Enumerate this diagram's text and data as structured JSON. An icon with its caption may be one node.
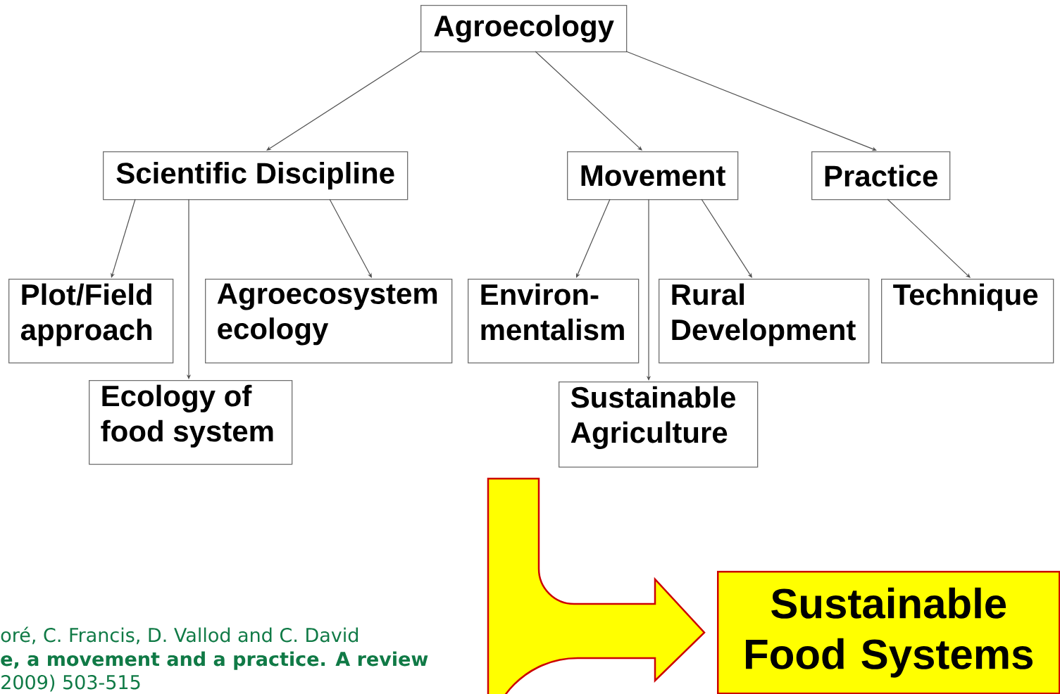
{
  "diagram": {
    "nodes": [
      {
        "text": [
          "Agroecology"
        ]
      },
      {
        "text": [
          "Scientific Discipline"
        ]
      },
      {
        "text": [
          "Movement"
        ]
      },
      {
        "text": [
          "Practice"
        ]
      },
      {
        "text": [
          "Plot/Field approach"
        ]
      },
      {
        "text": [
          "Agroecosystem ecology"
        ]
      },
      {
        "text": [
          "Environ- mentalism"
        ]
      },
      {
        "text": [
          "Rural Development"
        ]
      },
      {
        "text": [
          "Technique"
        ]
      },
      {
        "text": [
          "Ecology of food system"
        ]
      },
      {
        "text": [
          "Sustainable Agriculture"
        ]
      },
      {
        "text": [
          "Sustainable Food Systems"
        ]
      }
    ],
    "edges": [
      {
        "from": 0,
        "to": 1,
        "arrow": "to"
      },
      {
        "from": 0,
        "to": 2,
        "arrow": "to"
      },
      {
        "from": 0,
        "to": 3,
        "arrow": "to"
      },
      {
        "from": 1,
        "to": 4,
        "arrow": "to"
      },
      {
        "from": 1,
        "to": 9,
        "arrow": "to"
      },
      {
        "from": 1,
        "to": 5,
        "arrow": "to"
      },
      {
        "from": 2,
        "to": 6,
        "arrow": "to"
      },
      {
        "from": 2,
        "to": 10,
        "arrow": "to"
      },
      {
        "from": 2,
        "to": 7,
        "arrow": "to"
      },
      {
        "from": 3,
        "to": 8,
        "arrow": "to"
      },
      {
        "from": 10,
        "to": 11,
        "arrow": "to",
        "style": "thick",
        "color": "#ffff00"
      }
    ],
    "labels": [
      "oré, C. Francis, D. Vallod and C. David",
      "e, a movement and a practice. A review",
      "2009) 503-515"
    ]
  }
}
